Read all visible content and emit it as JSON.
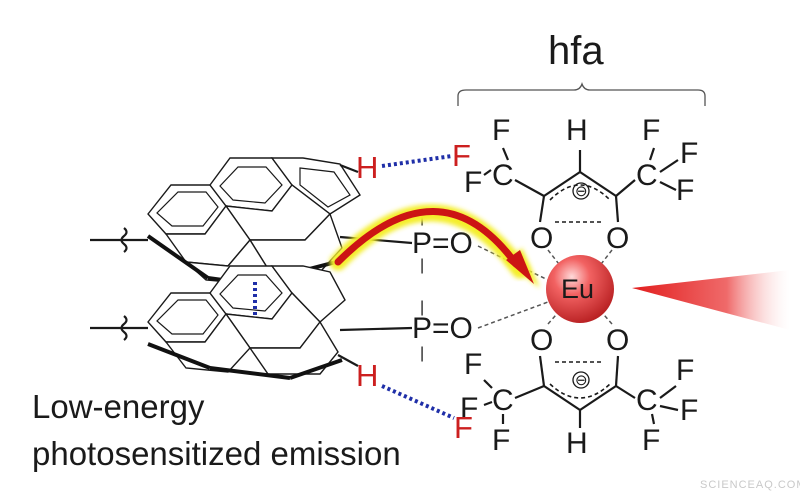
{
  "hfa_label": "hfa",
  "metal_label": "Eu",
  "caption_lines": [
    "Low-energy",
    "photosensitized emission"
  ],
  "atoms": {
    "F": "F",
    "H": "H",
    "C": "C",
    "O": "O",
    "P_double_O": "P=O",
    "P_bar": "|",
    "minus": "⊖"
  },
  "watermark": "SCIENCEAQ.COM",
  "colors": {
    "arrow": "#cc1414",
    "arrow_glow": "#f4ee2a",
    "hbond": "#1f2fa8",
    "pi_stack": "#1f2fa8",
    "h_atom": "#cc1f1f",
    "eu_sphere": "#e0393b",
    "emission": "#e21d1d"
  }
}
